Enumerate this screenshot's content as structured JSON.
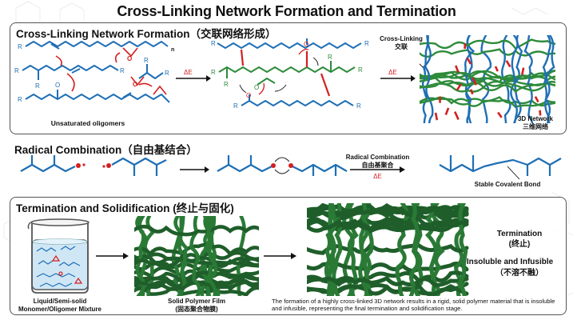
{
  "title": "Cross-Linking Network Formation and Termination",
  "colors": {
    "chain_blue": "#1f6fb5",
    "chain_green": "#2e8b3a",
    "bond_red": "#d32020",
    "film_green": "#1f5e2a",
    "border": "#555555"
  },
  "section1": {
    "title": "Cross-Linking Network Formation（交联网络形成）",
    "oligomers_label": "Unsaturated oligomers",
    "repeat_subscript": "n",
    "r_group": "R",
    "oxygen": "O",
    "arrow1_label": "ΔE",
    "arrow2_label": "ΔE",
    "crosslink_label_en": "Cross-Linking",
    "crosslink_label_zh": "交联",
    "network_label_en": "3D Network",
    "network_label_zh": "三维网络"
  },
  "section2": {
    "title": "Radical Combination（自由基结合）",
    "arrow_label_en": "Radical Combination",
    "arrow_label_zh": "自由基聚合",
    "arrow_energy": "ΔE",
    "bond_label": "Stable Covalent Bond"
  },
  "section3": {
    "title": "Termination and Solidification (终止与固化)",
    "beaker_label_line1": "Liquid/Semi-solid",
    "beaker_label_line2": "Monomer/Oligomer Mixture",
    "film_label_en": "Solid Polymer Film",
    "film_label_zh": "(固态聚合物膜)",
    "termination_en": "Termination",
    "termination_zh": "(终止)",
    "property_en": "Insoluble and Infusible",
    "property_zh": "（不溶不融）",
    "caption": "The formation of a highly cross-linked 3D network results in a rigid, solid polymer material that is insoluble and infusible, representing the final termination and solidification stage."
  }
}
